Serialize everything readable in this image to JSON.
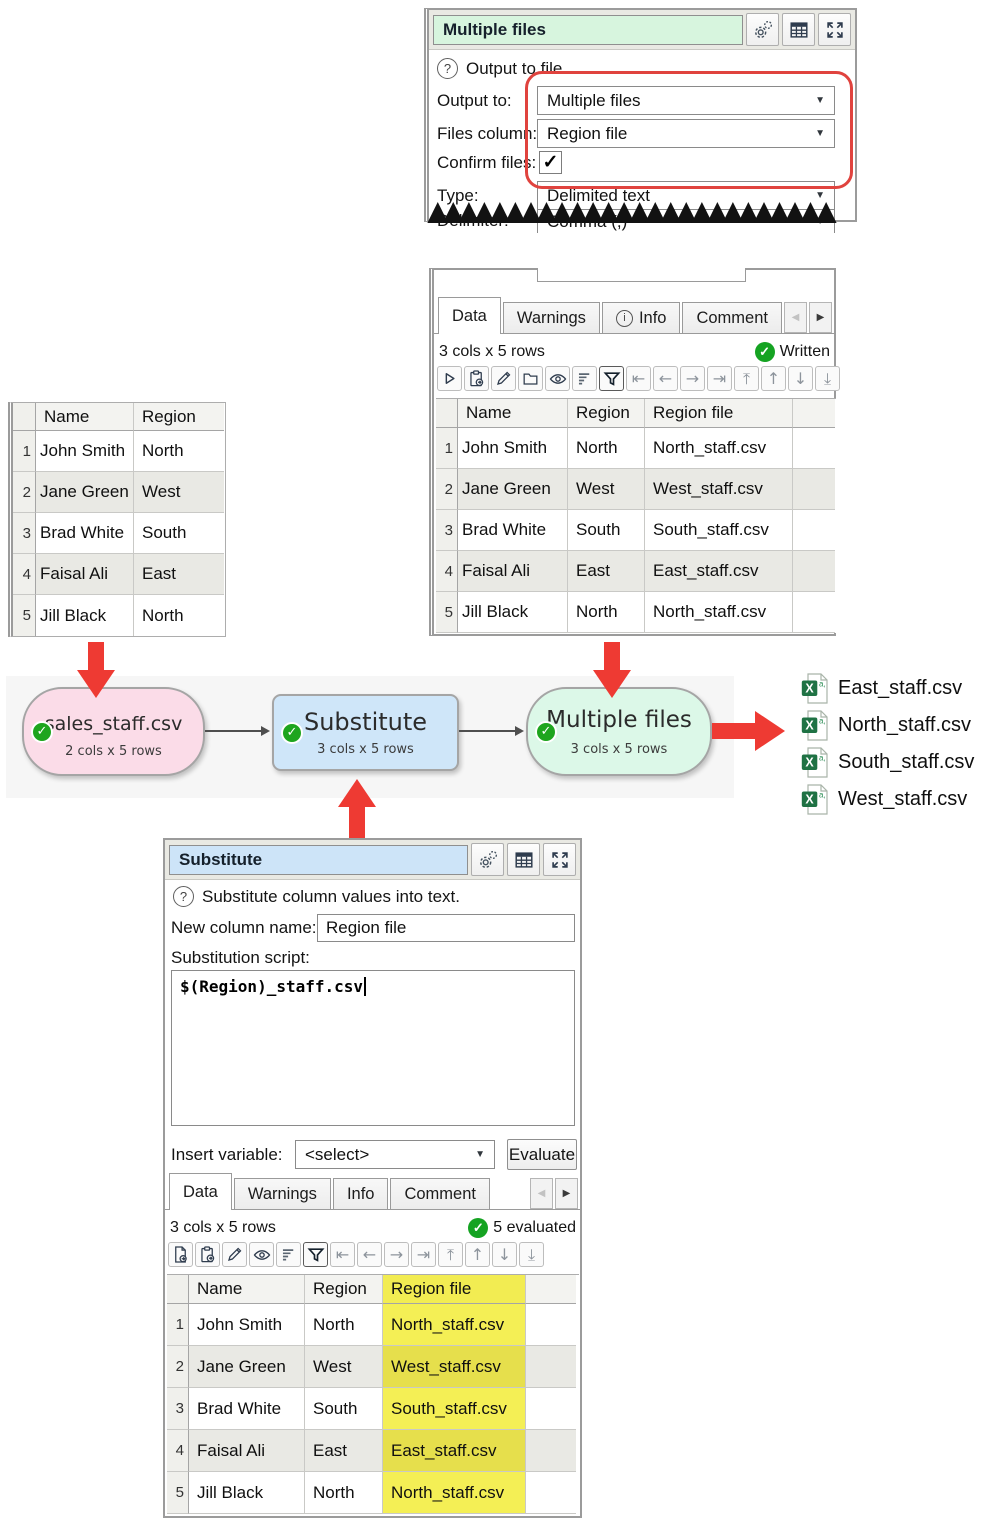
{
  "colors": {
    "panel_title_green": "#d7f5de",
    "panel_title_blue": "#cde4f8",
    "node_pink": "#fbdce8",
    "node_blue": "#cfe6f9",
    "node_green": "#dcf8e8",
    "highlight_yellow": "#f4ef55",
    "annotation_red": "#ee3a33",
    "status_green": "#15a322"
  },
  "output_panel": {
    "title": "Multiple files",
    "help_text": "Output to file.",
    "output_to_label": "Output to:",
    "output_to_value": "Multiple files",
    "files_column_label": "Files column:",
    "files_column_value": "Region file",
    "confirm_files_label": "Confirm files:",
    "confirm_files_checked": true,
    "type_label": "Type:",
    "type_value": "Delimited text",
    "delimiter_label": "Delimiter:",
    "delimiter_value": "Comma (,)"
  },
  "source_table": {
    "columns": [
      "Name",
      "Region"
    ],
    "rows": [
      {
        "num": "1",
        "name": "John Smith",
        "region": "North"
      },
      {
        "num": "2",
        "name": "Jane Green",
        "region": "West"
      },
      {
        "num": "3",
        "name": "Brad White",
        "region": "South"
      },
      {
        "num": "4",
        "name": "Faisal Ali",
        "region": "East"
      },
      {
        "num": "5",
        "name": "Jill Black",
        "region": "North"
      }
    ]
  },
  "written_panel": {
    "tabs": {
      "data": "Data",
      "warnings": "Warnings",
      "info": "Info",
      "comment": "Comment"
    },
    "dims": "3 cols x 5 rows",
    "status": "Written",
    "columns": [
      "Name",
      "Region",
      "Region file"
    ],
    "rows": [
      {
        "num": "1",
        "name": "John Smith",
        "region": "North",
        "file": "North_staff.csv"
      },
      {
        "num": "2",
        "name": "Jane Green",
        "region": "West",
        "file": "West_staff.csv"
      },
      {
        "num": "3",
        "name": "Brad White",
        "region": "South",
        "file": "South_staff.csv"
      },
      {
        "num": "4",
        "name": "Faisal Ali",
        "region": "East",
        "file": "East_staff.csv"
      },
      {
        "num": "5",
        "name": "Jill Black",
        "region": "North",
        "file": "North_staff.csv"
      }
    ]
  },
  "flow": {
    "source_node": {
      "title": "sales_staff.csv",
      "subtitle": "2 cols x 5 rows"
    },
    "substitute_node": {
      "title": "Substitute",
      "subtitle": "3 cols x 5 rows"
    },
    "output_node": {
      "title": "Multiple files",
      "subtitle": "3 cols x 5 rows"
    },
    "output_files": [
      "East_staff.csv",
      "North_staff.csv",
      "South_staff.csv",
      "West_staff.csv"
    ]
  },
  "substitute_panel": {
    "title": "Substitute",
    "help_text": "Substitute column values into text.",
    "new_column_label": "New column name:",
    "new_column_value": "Region file",
    "script_label": "Substitution script:",
    "script_value": "$(Region)_staff.csv",
    "insert_variable_label": "Insert variable:",
    "insert_variable_value": "<select>",
    "evaluate_label": "Evaluate",
    "tabs": {
      "data": "Data",
      "warnings": "Warnings",
      "info": "Info",
      "comment": "Comment"
    },
    "dims": "3 cols x 5 rows",
    "status": "5 evaluated",
    "columns": [
      "Name",
      "Region",
      "Region file"
    ],
    "rows": [
      {
        "num": "1",
        "name": "John Smith",
        "region": "North",
        "file": "North_staff.csv"
      },
      {
        "num": "2",
        "name": "Jane Green",
        "region": "West",
        "file": "West_staff.csv"
      },
      {
        "num": "3",
        "name": "Brad White",
        "region": "South",
        "file": "South_staff.csv"
      },
      {
        "num": "4",
        "name": "Faisal Ali",
        "region": "East",
        "file": "East_staff.csv"
      },
      {
        "num": "5",
        "name": "Jill Black",
        "region": "North",
        "file": "North_staff.csv"
      }
    ]
  }
}
